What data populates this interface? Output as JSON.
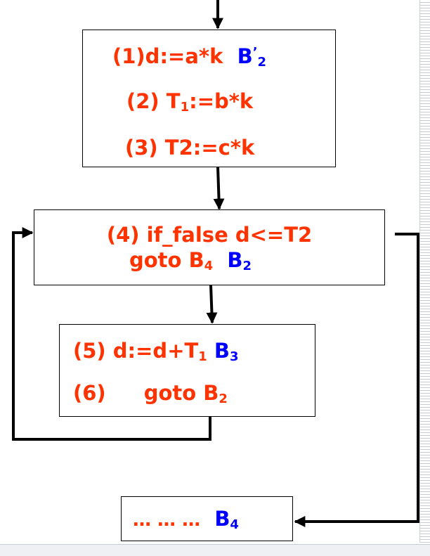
{
  "colors": {
    "instruction": "#ff3300",
    "block_label": "#0000ff",
    "edge": "#000000"
  },
  "blocks": {
    "b2_prime": {
      "line1": {
        "text": "(1)d:=a*k",
        "block": "B",
        "block_sup": "’",
        "block_sub": "2"
      },
      "line2": {
        "prefix": "(2)  T",
        "sub": "1",
        "suffix": ":=b*k"
      },
      "line3": {
        "text": "(3)  T2:=c*k"
      }
    },
    "b2": {
      "line1": {
        "text": "(4) if_false d<=T2"
      },
      "line2": {
        "text": "goto B",
        "text_sub": "4",
        "block": "B",
        "block_sub": "2"
      }
    },
    "b3": {
      "line1": {
        "prefix": "(5)  d:=d+T",
        "sub": "1",
        "block": "B",
        "block_sub": "3"
      },
      "line2": {
        "num": "(6)",
        "text": "goto B",
        "text_sub": "2"
      }
    },
    "b4": {
      "text": "… … …",
      "block": "B",
      "block_sub": "4"
    }
  }
}
